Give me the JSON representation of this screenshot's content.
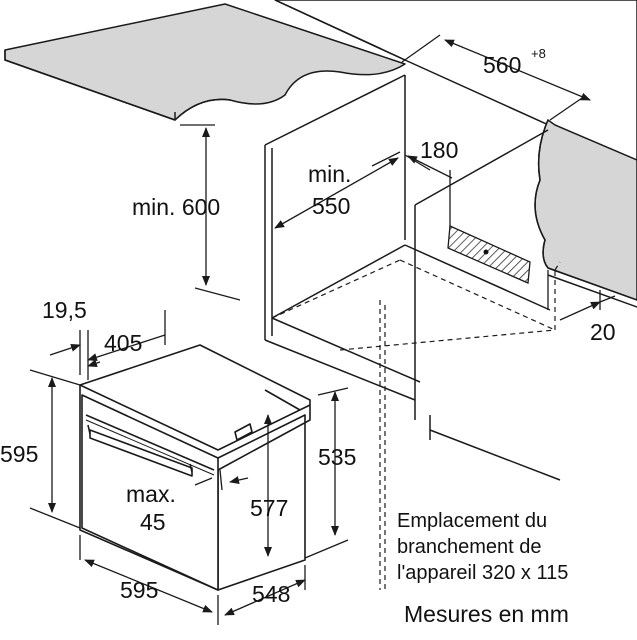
{
  "labels": {
    "min_600": "min. 600",
    "min_550_line1": "min.",
    "min_550_line2": "550",
    "width_560": "560",
    "width_560_sup": "+8",
    "dim_180": "180",
    "dim_20": "20",
    "dim_19_5": "19,5",
    "dim_405": "405",
    "dim_595_height": "595",
    "dim_535": "535",
    "dim_577": "577",
    "max_45_line1": "max.",
    "max_45_line2": "45",
    "dim_595_width": "595",
    "dim_548": "548",
    "note_line1": "Emplacement du",
    "note_line2": "branchement de",
    "note_line3": "l'appareil 320 x 115",
    "units": "Mesures en mm"
  },
  "colors": {
    "line": "#1a1a1a",
    "countertop": "#d9d9d9",
    "hatch": "#333333"
  }
}
